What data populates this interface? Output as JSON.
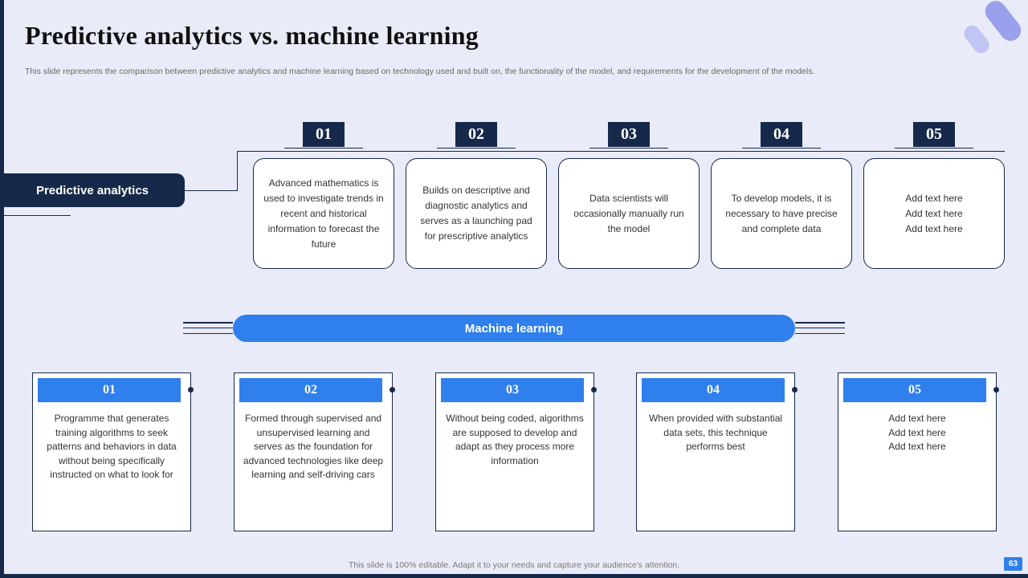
{
  "header": {
    "title": "Predictive analytics vs. machine learning",
    "subtitle": "This slide represents the comparison between predictive analytics and machine learning based on technology used and built on, the functionality of the model, and requirements for the development of the models."
  },
  "predictive_analytics": {
    "label": "Predictive analytics",
    "items": [
      {
        "number": "01",
        "text": "Advanced mathematics is used to investigate trends in recent and historical information to forecast the future"
      },
      {
        "number": "02",
        "text": "Builds on descriptive and diagnostic analytics and serves as a launching pad for prescriptive analytics"
      },
      {
        "number": "03",
        "text": "Data scientists will occasionally manually run the model"
      },
      {
        "number": "04",
        "text": "To develop models, it is necessary to have precise and complete data"
      },
      {
        "number": "05",
        "text": "Add text here\nAdd text here\nAdd text here"
      }
    ]
  },
  "machine_learning": {
    "label": "Machine learning",
    "items": [
      {
        "number": "01",
        "text": "Programme that generates training algorithms to seek patterns and behaviors in data without being specifically instructed on what to look for"
      },
      {
        "number": "02",
        "text": "Formed through supervised and unsupervised learning and serves as the foundation for advanced technologies like deep learning and self-driving cars"
      },
      {
        "number": "03",
        "text": "Without being coded, algorithms are supposed to develop and adapt as they process more information"
      },
      {
        "number": "04",
        "text": "When provided with substantial data sets, this technique performs best"
      },
      {
        "number": "05",
        "text": "Add text here\nAdd text here\nAdd text here"
      }
    ]
  },
  "footer": {
    "note": "This slide is 100% editable. Adapt it to your needs and capture your audience's attention.",
    "page_number": "63"
  },
  "colors": {
    "navy": "#16294a",
    "blue": "#2f80ed",
    "background": "#e9ebf8"
  }
}
